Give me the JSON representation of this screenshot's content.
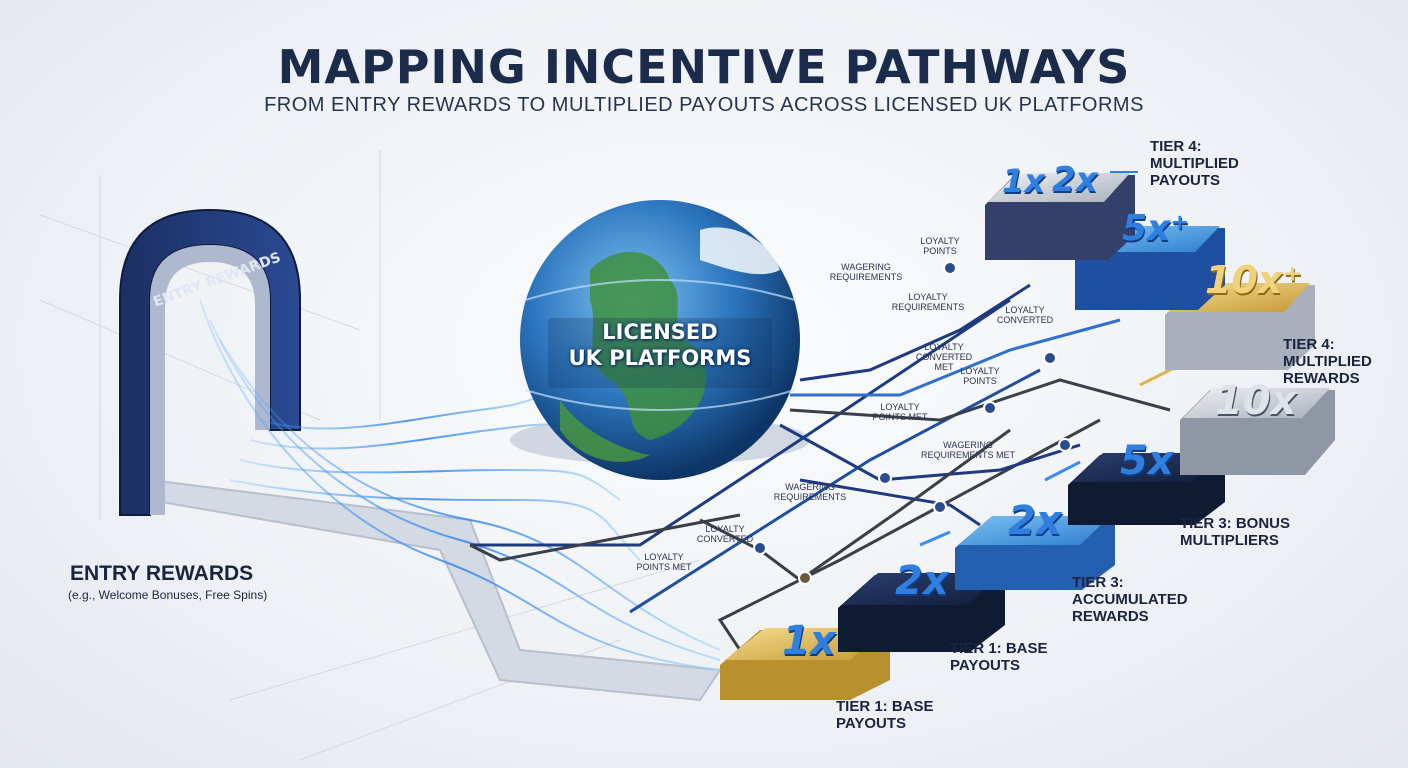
{
  "title": "MAPPING INCENTIVE PATHWAYS",
  "subtitle": "FROM ENTRY REWARDS TO MULTIPLIED PAYOUTS ACROSS LICENSED UK PLATFORMS",
  "arch_label": "ENTRY REWARDS",
  "globe": {
    "line1": "LICENSED",
    "line2": "UK PLATFORMS"
  },
  "entry": {
    "label": "ENTRY REWARDS",
    "sub": "(e.g., Welcome Bonuses, Free Spins)"
  },
  "path_labels": {
    "wagering_1": "WAGERING REQUIREMENTS",
    "loyalty_points_1": "LOYALTY POINTS",
    "loyalty_req": "LOYALTY REQUIREMENTS",
    "loyalty_converted_1": "LOYALTY CONVERTED",
    "loyalty_converted_met": "LOYALTY CONVERTED MET",
    "loyalty_points_2": "LOYALTY POINTS",
    "loyalty_points_met_1": "LOYALTY POINTS MET",
    "wagering_met": "WAGERING REQUIREMENTS MET",
    "wagering_2": "WAGERING REQUIREMENTS",
    "loyalty_converted_2": "LOYALTY CONVERTED",
    "loyalty_points_met_2": "LOYALTY POINTS MET"
  },
  "multipliers": {
    "m1x_top": "1x",
    "m2x_top": "2x",
    "m5x_top": "5x⁺",
    "m10x_top": "10x⁺",
    "m10x": "10x",
    "m5x": "5x",
    "m2x_a": "2x",
    "m2x_b": "2x",
    "m1x": "1x"
  },
  "tiers": {
    "t4_top": "TIER 4: MULTIPLIED PAYOUTS",
    "t4_mid": "TIER 4: MULTIPLIED REWARDS",
    "t3_bonus": "TIER 3: BONUS MULTIPLIERS",
    "t3_acc": "TIER 3: ACCUMULATED REWARDS",
    "t1_mid": "TIER 1: BASE PAYOUTS",
    "t1_bottom": "TIER 1: BASE PAYOUTS"
  },
  "colors": {
    "navy": "#1a2b4c",
    "blue": "#2f7fe0",
    "gold": "#d8b458",
    "silver": "#c9ced6"
  }
}
